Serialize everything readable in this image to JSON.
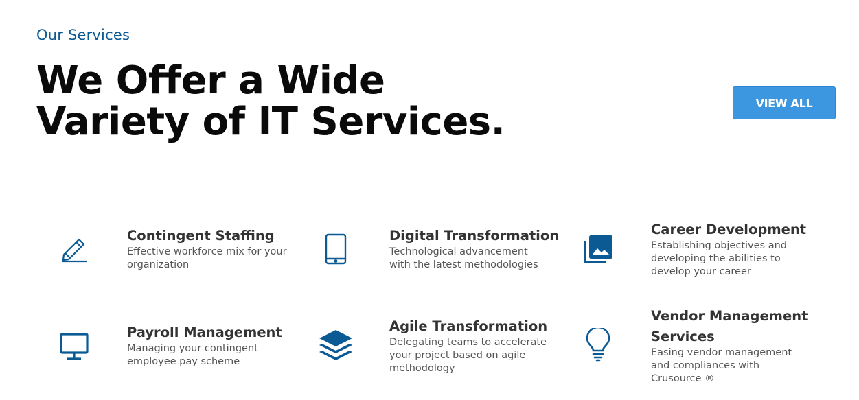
{
  "section": {
    "eyebrow": "Our Services",
    "headline_line1": "We Offer a Wide",
    "headline_line2": "Variety of IT Services.",
    "view_all_label": "VIEW ALL"
  },
  "colors": {
    "accent_text": "#0b5a94",
    "icon": "#0b5a94",
    "button": "#3c97e0"
  },
  "services": [
    {
      "title": "Contingent Staffing",
      "description_1": "Effective workforce mix for your",
      "description_2": "organization",
      "icon": "pencil-icon"
    },
    {
      "title": "Digital Transformation",
      "description_1": "Technological advancement",
      "description_2": "with the latest methodologies",
      "icon": "tablet-icon"
    },
    {
      "title": "Career Development",
      "description_1": "Establishing objectives and",
      "description_2": "developing the abilities to",
      "description_3": "develop your career",
      "icon": "photo-library-icon"
    },
    {
      "title": "Payroll Management",
      "description_1": "Managing your contingent",
      "description_2": "employee pay scheme",
      "icon": "monitor-icon"
    },
    {
      "title": "Agile Transformation",
      "description_1": "Delegating teams to accelerate",
      "description_2": "your project based on agile",
      "description_3": "methodology",
      "icon": "layers-icon"
    },
    {
      "title_1": "Vendor Management",
      "title_2": "Services",
      "description_1": "Easing vendor management",
      "description_2": "and compliances with",
      "description_3": "Crusource ®",
      "icon": "lightbulb-icon"
    }
  ]
}
